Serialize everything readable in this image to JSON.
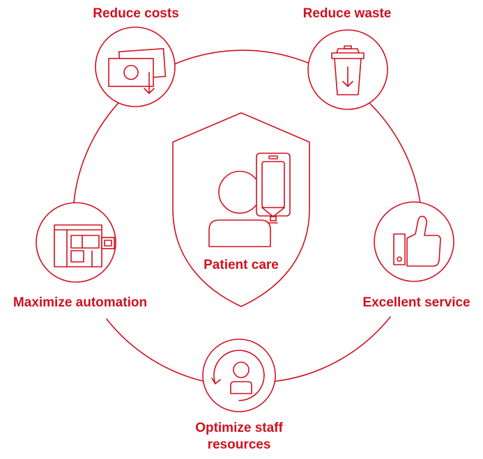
{
  "accent_color": "#d0101e",
  "center": {
    "label": "Patient care",
    "icons": [
      "shield-icon",
      "patient-icon",
      "iv-bag-icon"
    ]
  },
  "nodes": [
    {
      "id": "reduce-costs",
      "label": "Reduce costs",
      "icon": "money-icon"
    },
    {
      "id": "reduce-waste",
      "label": "Reduce waste",
      "icon": "waste-bin-icon"
    },
    {
      "id": "excellent-service",
      "label": "Excellent service",
      "icon": "thumbs-up-icon"
    },
    {
      "id": "optimize-staff",
      "label_line1": "Optimize staff",
      "label_line2": "resources",
      "icon": "staff-cycle-icon"
    },
    {
      "id": "maximize-automation",
      "label": "Maximize automation",
      "icon": "automation-machine-icon"
    }
  ]
}
